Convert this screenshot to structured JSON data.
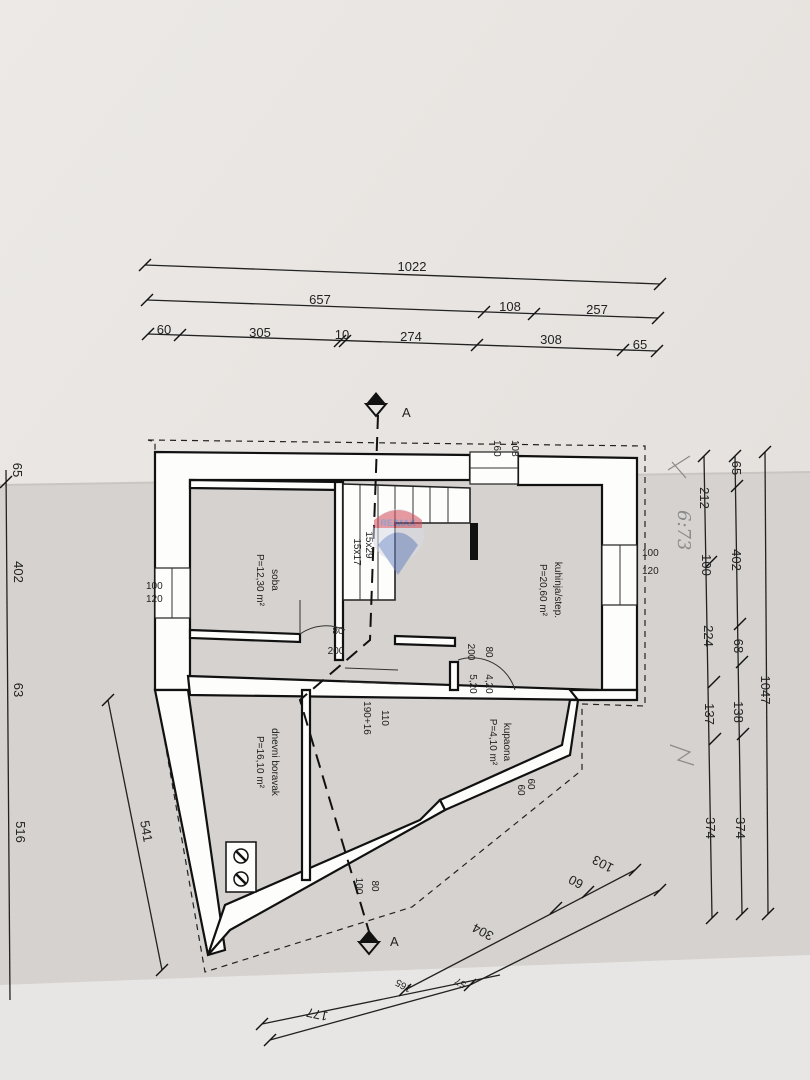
{
  "top_dimensions": {
    "row1": [
      "1022"
    ],
    "row2": [
      "657",
      "108",
      "257"
    ],
    "row3": [
      "60",
      "305",
      "10",
      "274",
      "308",
      "65"
    ]
  },
  "right_dimensions": {
    "outer": [
      "1047"
    ],
    "middle": [
      "65",
      "402",
      "68",
      "138",
      "374"
    ],
    "inner": [
      "212",
      "100",
      "224",
      "137",
      "374"
    ]
  },
  "left_partial_dimensions": [
    "65",
    "402",
    "63",
    "516"
  ],
  "diagonal_dimensions": [
    "541",
    "304",
    "60",
    "103",
    "177",
    "165",
    "57"
  ],
  "section": {
    "marker_top": "A",
    "marker_bottom": "A"
  },
  "rooms": [
    {
      "name": "soba",
      "area": "P=12,30 m²"
    },
    {
      "name": "kuhinja/step.",
      "area": "P=20,60 m²"
    },
    {
      "name": "dnevni boravak",
      "area": "P=16,10 m²"
    },
    {
      "name": "kupaona",
      "area": "P=4,10 m²"
    }
  ],
  "openings": {
    "top_window_a": "108",
    "top_window_b": "160",
    "left_window_a": "100",
    "left_window_b": "120",
    "right_window_a": "100",
    "right_window_b": "120",
    "stair_a": "15x29",
    "stair_b": "15x17",
    "door_soba_a": "80",
    "door_soba_b": "200",
    "door_kitchen_a": "80",
    "door_kitchen_b": "200",
    "bath_a": "4,20",
    "bath_b": "5,20",
    "passage_a": "110",
    "passage_b": "190+16",
    "kupaona_win_a": "60",
    "kupaona_win_b": "60",
    "lower_a": "80",
    "lower_b": "100"
  },
  "handwritten": {
    "note": "6:73"
  },
  "watermark": {
    "text": "RE/MAX"
  }
}
